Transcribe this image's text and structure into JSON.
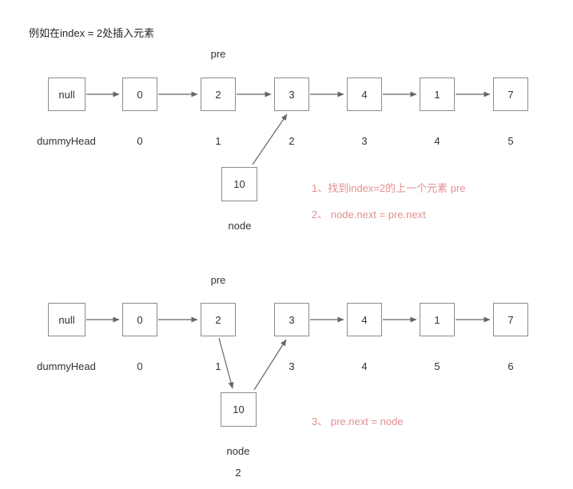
{
  "title": "例如在index = 2处插入元素",
  "diagram1": {
    "pre_label": "pre",
    "nodes": [
      "null",
      "0",
      "2",
      "3",
      "4",
      "1",
      "7"
    ],
    "index_labels": [
      "dummyHead",
      "0",
      "1",
      "2",
      "3",
      "4",
      "5"
    ],
    "inserted_node": {
      "value": "10",
      "label": "node"
    },
    "annotations": [
      "1、找到index=2的上一个元素 pre",
      "2、 node.next = pre.next"
    ]
  },
  "diagram2": {
    "pre_label": "pre",
    "nodes": [
      "null",
      "0",
      "2",
      "3",
      "4",
      "1",
      "7"
    ],
    "index_labels": [
      "dummyHead",
      "0",
      "1",
      "3",
      "4",
      "5",
      "6"
    ],
    "inserted_node": {
      "value": "10",
      "label": "node",
      "sub_label": "2"
    },
    "annotations": [
      "3、 pre.next = node"
    ]
  },
  "colors": {
    "annotation": "#e48f8f",
    "box_border": "#8c8c8c",
    "arrow": "#666666",
    "background": "#ffffff"
  }
}
